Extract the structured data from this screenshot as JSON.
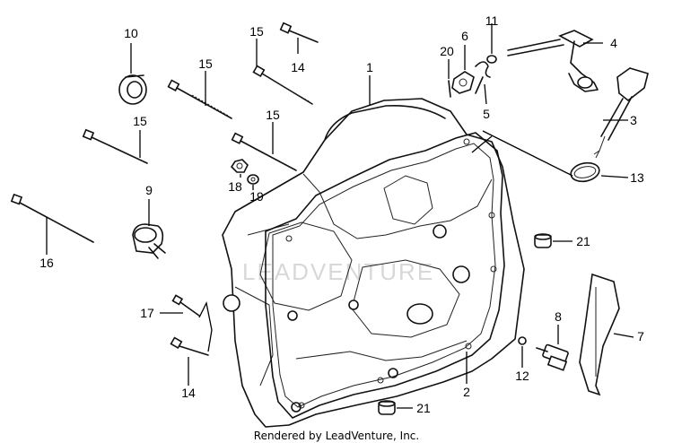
{
  "diagram": {
    "footer_text": "Rendered by LeadVenture, Inc.",
    "labels": [
      "1",
      "2",
      "3",
      "4",
      "5",
      "6",
      "7",
      "8",
      "9",
      "10",
      "11",
      "12",
      "13",
      "14",
      "14",
      "15",
      "15",
      "15",
      "15",
      "16",
      "17",
      "18",
      "19",
      "20",
      "21",
      "21"
    ]
  }
}
